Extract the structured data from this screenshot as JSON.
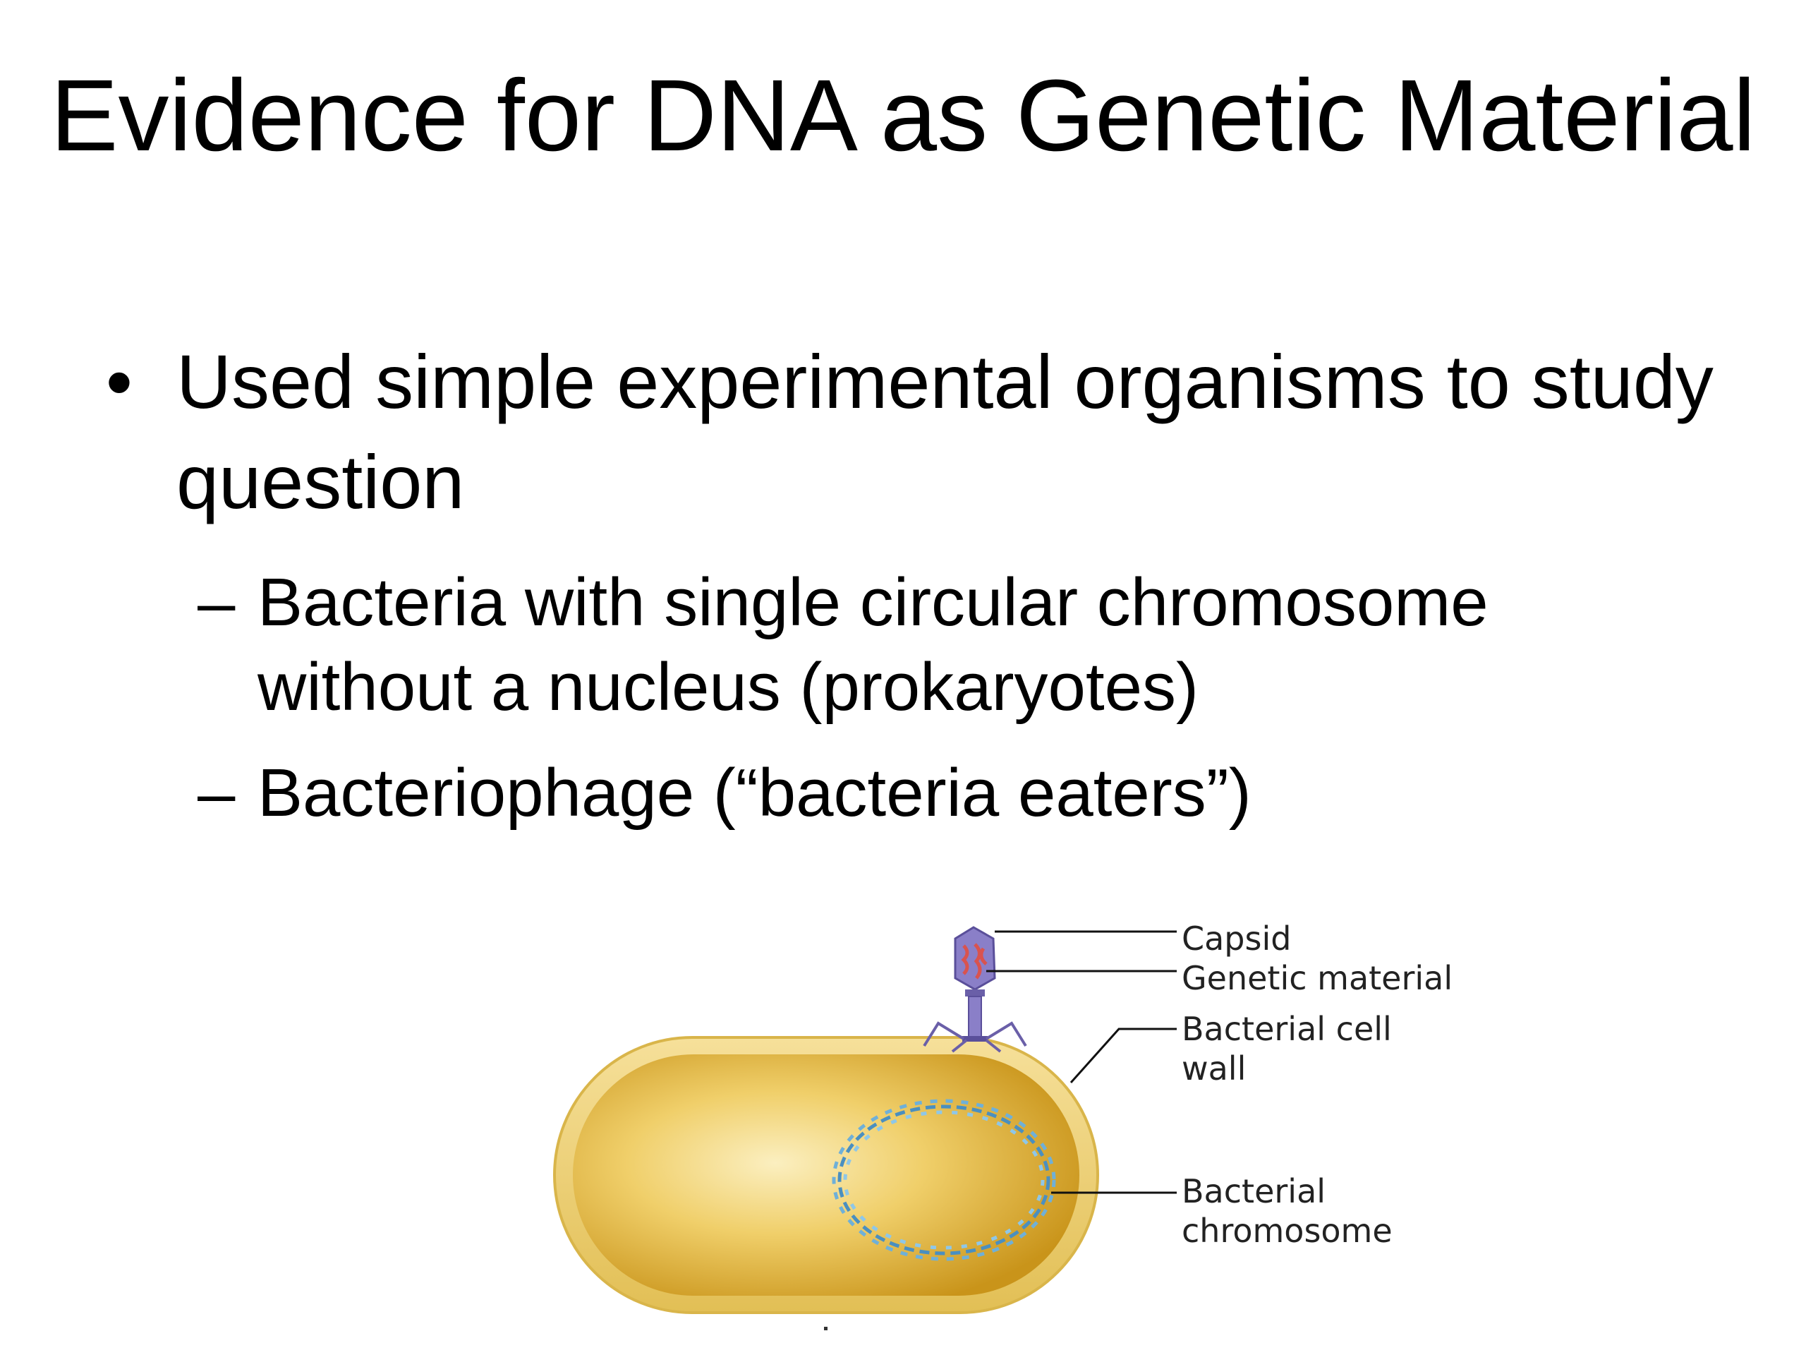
{
  "slide": {
    "title": "Evidence for DNA as Genetic Material",
    "bullet_symbol": "•",
    "bullet_text": "Used simple experimental organisms to study question",
    "sub_symbol": "–",
    "sub_items": [
      "Bacteria with single circular chromosome without a nucleus (prokaryotes)",
      "Bacteriophage (“bacteria eaters”)"
    ]
  },
  "figure": {
    "labels": {
      "capsid": "Capsid",
      "genetic_material": "Genetic material",
      "cell_wall": "Bacterial cell wall",
      "chromosome": "Bacterial chromosome"
    },
    "colors": {
      "cell_outer": "#e8c95a",
      "cell_inner": "#d8a520",
      "cell_light": "#f9e8a8",
      "phage": "#7a6fb5",
      "phage_dna": "#d9534f",
      "chromosome": "#4a8fc0"
    }
  }
}
